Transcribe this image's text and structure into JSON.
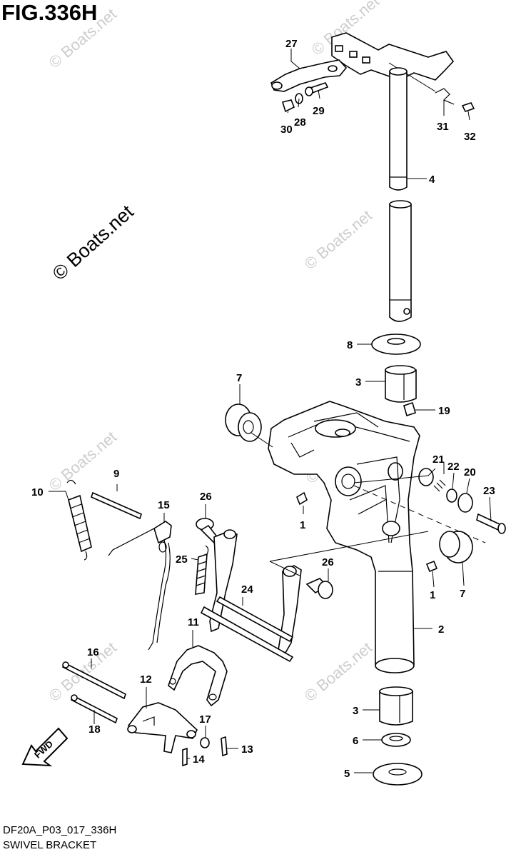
{
  "figure": {
    "title": "FIG.336H",
    "code": "DF20A_P03_017_336H",
    "name": "SWIVEL BRACKET",
    "direction_label": "FWD"
  },
  "watermarks": {
    "main": "© Boats.net",
    "repeat": "© Boats.net"
  },
  "callouts": {
    "p1a": "1",
    "p1b": "1",
    "p2": "2",
    "p3a": "3",
    "p3b": "3",
    "p4": "4",
    "p5": "5",
    "p6": "6",
    "p7a": "7",
    "p7b": "7",
    "p8": "8",
    "p9": "9",
    "p10": "10",
    "p11": "11",
    "p12": "12",
    "p13": "13",
    "p14": "14",
    "p15": "15",
    "p16": "16",
    "p17": "17",
    "p18": "18",
    "p19": "19",
    "p20": "20",
    "p21": "21",
    "p22": "22",
    "p23": "23",
    "p24": "24",
    "p25": "25",
    "p26a": "26",
    "p26b": "26",
    "p27": "27",
    "p28": "28",
    "p29": "29",
    "p30": "30",
    "p31": "31",
    "p32": "32"
  },
  "colors": {
    "ink": "#000000",
    "watermark": "#bdbdbd",
    "paper": "#ffffff"
  }
}
